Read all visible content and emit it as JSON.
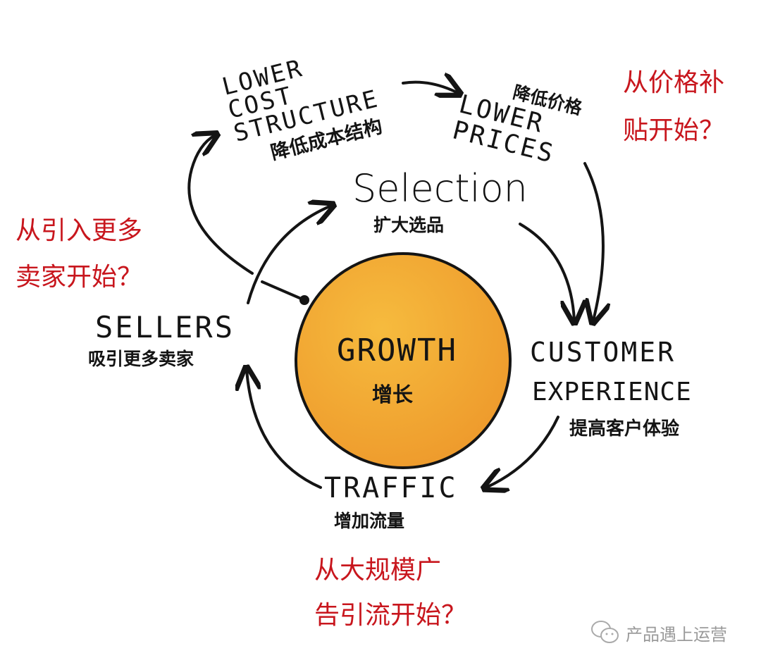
{
  "colors": {
    "growth_fill": "#f2a330",
    "ink": "#141414",
    "annotation": "#c8161d"
  },
  "nodes": {
    "lower_cost": {
      "line1": "LOWER",
      "line2": "COST",
      "line3": "STRUCTURE",
      "zh": "降低成本结构"
    },
    "lower_prices": {
      "line1": "LOWER",
      "line2": "PRICES",
      "zh": "降低价格"
    },
    "selection": {
      "en": "Selection",
      "zh": "扩大选品"
    },
    "sellers": {
      "en": "SELLERS",
      "zh": "吸引更多卖家"
    },
    "growth": {
      "en": "GROWTH",
      "zh": "增长"
    },
    "customer_experience": {
      "line1": "CUSTOMER",
      "line2": "EXPERIENCE",
      "zh": "提高客户体验"
    },
    "traffic": {
      "en": "TRAFFIC",
      "zh": "增加流量"
    }
  },
  "annotations": {
    "price": {
      "line1": "从价格补",
      "line2": "贴开始？"
    },
    "sellers": {
      "line1": "从引入更多",
      "line2": "卖家开始？"
    },
    "traffic": {
      "line1": "从大规模广",
      "line2": "告引流开始？"
    }
  },
  "watermark": {
    "icon": "wechat-icon",
    "text": "产品遇上运营"
  }
}
